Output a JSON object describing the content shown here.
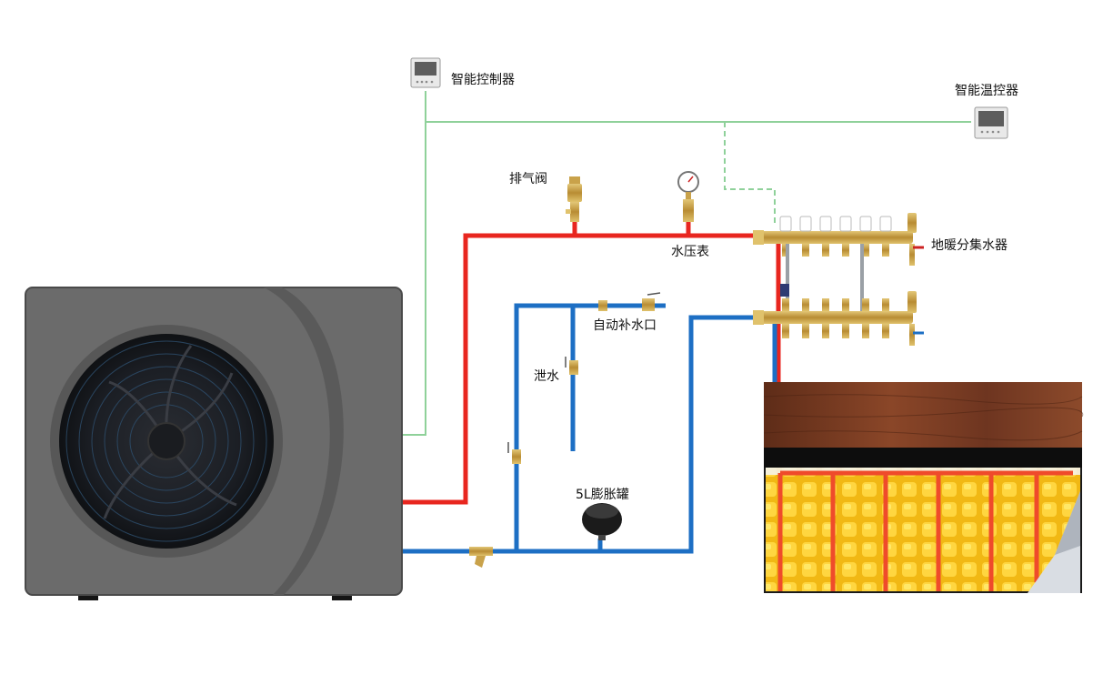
{
  "labels": {
    "smart_controller": "智能控制器",
    "smart_thermostat": "智能温控器",
    "air_vent_valve": "排气阀",
    "pressure_gauge": "水压表",
    "manifold": "地暖分集水器",
    "auto_fill": "自动补水口",
    "drain": "泄水",
    "expansion_tank": "5L膨胀罐"
  },
  "colors": {
    "supply_pipe": "#e8261f",
    "return_pipe": "#1d6fc4",
    "signal_wire": "#8fd19a",
    "brass": "#c9a24a",
    "unit_body": "#6b6b6b",
    "floor_wood": "#7a3e24",
    "floor_panel": "#f6c21a",
    "heating_tube": "#ef4b2b"
  }
}
